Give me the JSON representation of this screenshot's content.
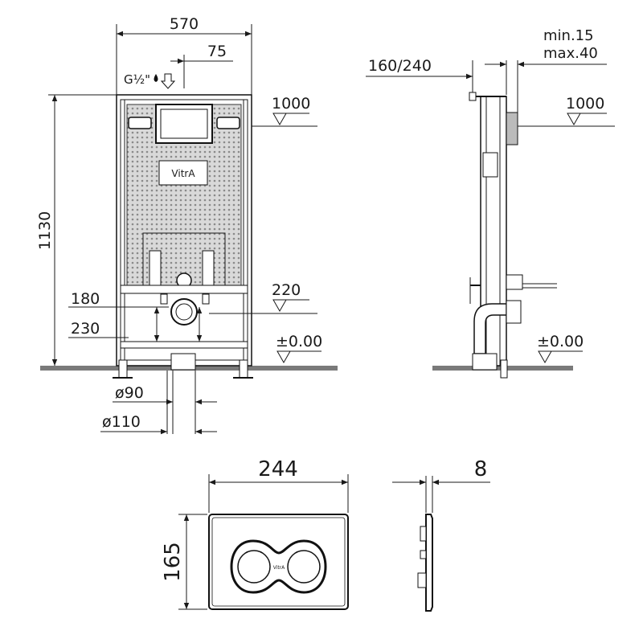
{
  "brand": "VitrA",
  "front_view": {
    "width": "570",
    "water_inlet_offset": "75",
    "inlet_thread": "G½\"",
    "height": "1130",
    "flush_plate_level": "1000",
    "outlet_height_1": "180",
    "outlet_height_2": "230",
    "outlet_level": "220",
    "floor_level": "±0.00",
    "pipe_diameter_1": "ø90",
    "pipe_diameter_2": "ø110"
  },
  "side_view": {
    "depth": "160/240",
    "wall_min": "min.15",
    "wall_max": "max.40",
    "flush_plate_level": "1000",
    "floor_level": "±0.00"
  },
  "flush_plate": {
    "width": "244",
    "height": "165",
    "thickness": "8"
  }
}
